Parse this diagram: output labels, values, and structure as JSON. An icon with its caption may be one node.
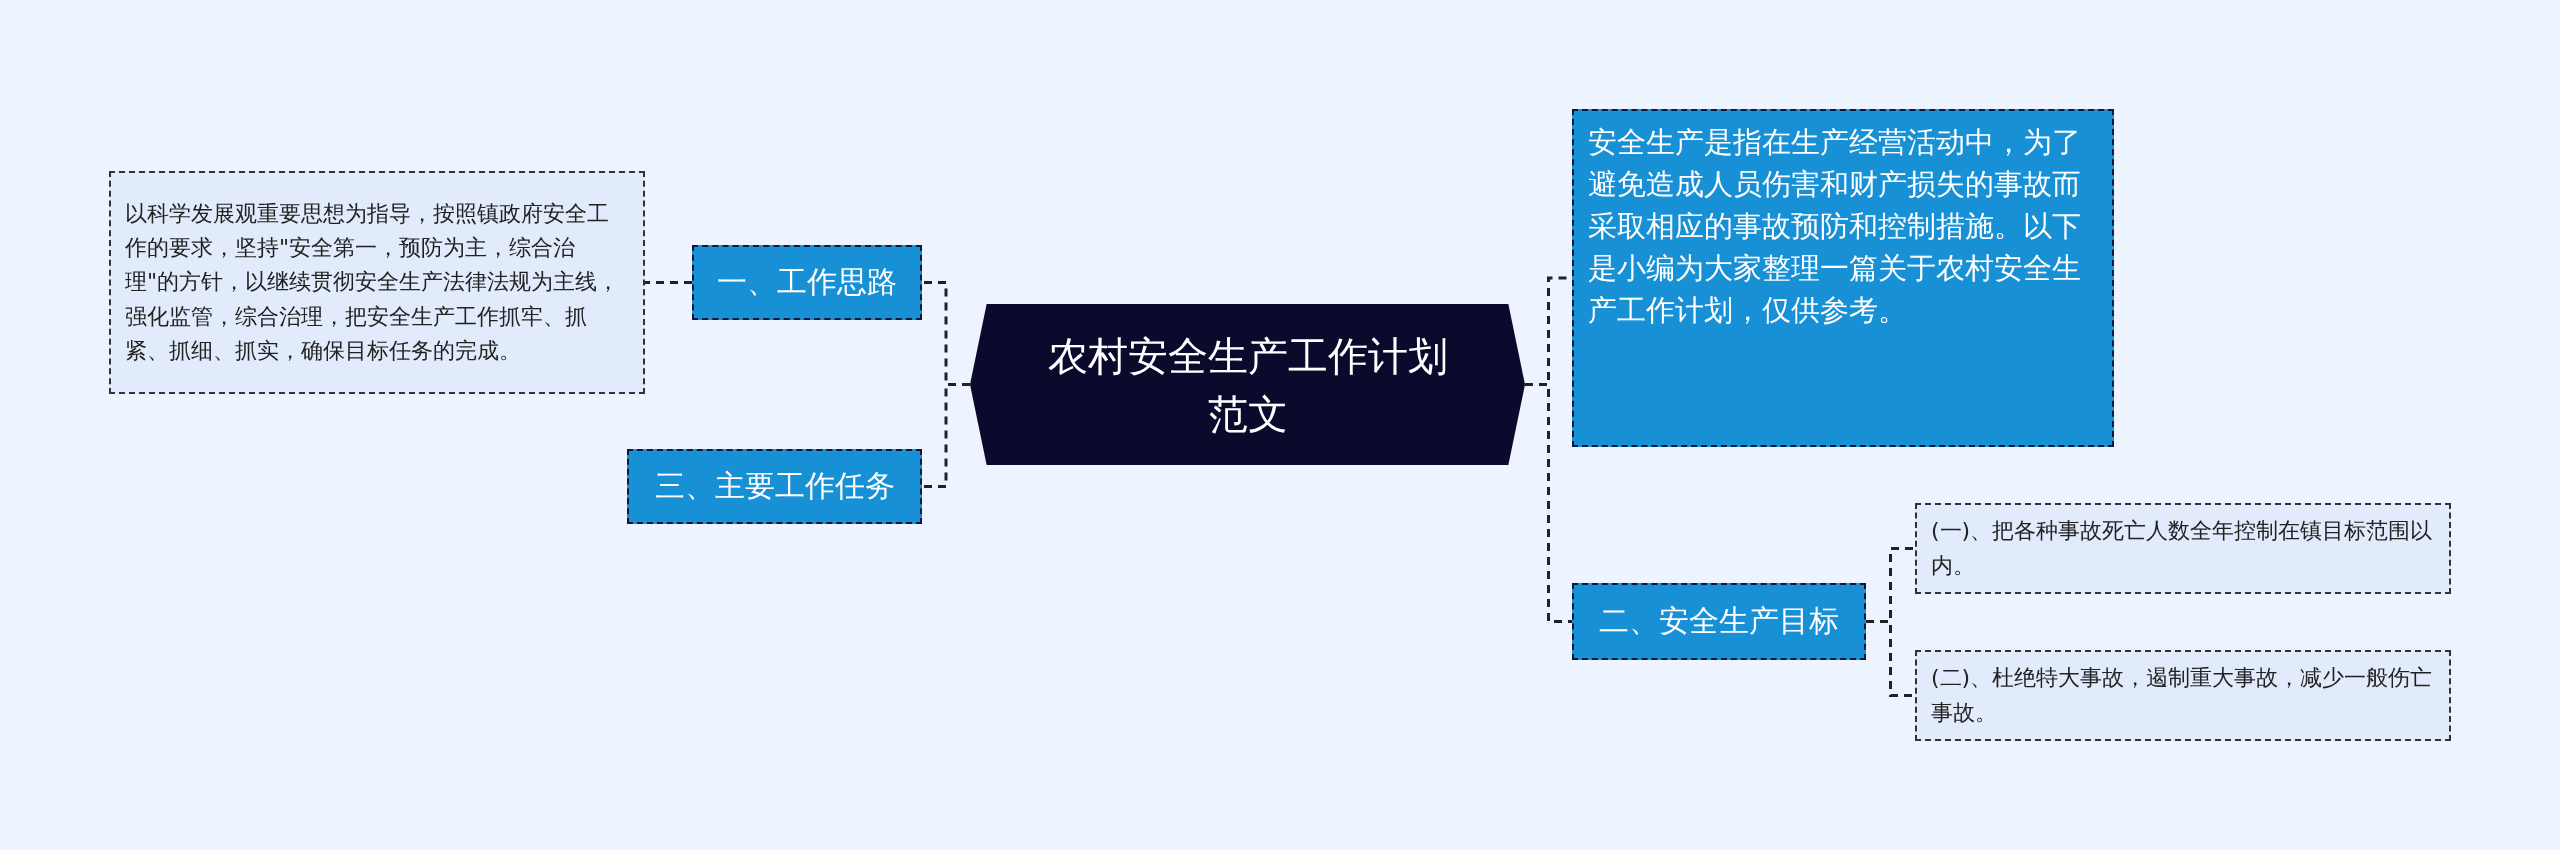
{
  "diagram": {
    "nodes": [
      {
        "text": [
          "农村安全生产工作计划范文"
        ]
      },
      {
        "text": [
          "一、工作思路"
        ]
      },
      {
        "text": [
          "以科学发展观重要思想为指导，按照镇政府安全工作的要求，坚持\"安全第一，预防为主，综合治理\"的方针，以继续贯彻安全生产法律法规为主线，强化监管，综合治理，把安全生产工作抓牢、抓紧、抓细、抓实，确保目标任务的完成。"
        ]
      },
      {
        "text": [
          "三、主要工作任务"
        ]
      },
      {
        "text": [
          "安全生产是指在生产经营活动中，为了避免造成人员伤害和财产损失的事故而采取相应的事故预防和控制措施。以下是小编为大家整理一篇关于农村安全生产工作计划，仅供参考。"
        ]
      },
      {
        "text": [
          "二、安全生产目标"
        ]
      },
      {
        "text": [
          "(一)、把各种事故死亡人数全年控制在镇目标范围以内。"
        ]
      },
      {
        "text": [
          "(二)、杜绝特大事故，遏制重大事故，减少一般伤亡事故。"
        ]
      }
    ],
    "edges": [
      {
        "from": 0,
        "to": 1,
        "arrow": "none",
        "style": "dashed"
      },
      {
        "from": 1,
        "to": 2,
        "arrow": "none",
        "style": "dashed"
      },
      {
        "from": 0,
        "to": 3,
        "arrow": "none",
        "style": "dashed"
      },
      {
        "from": 0,
        "to": 4,
        "arrow": "none",
        "style": "dashed"
      },
      {
        "from": 0,
        "to": 5,
        "arrow": "none",
        "style": "dashed"
      },
      {
        "from": 5,
        "to": 6,
        "arrow": "none",
        "style": "dashed"
      },
      {
        "from": 5,
        "to": 7,
        "arrow": "none",
        "style": "dashed"
      }
    ]
  }
}
